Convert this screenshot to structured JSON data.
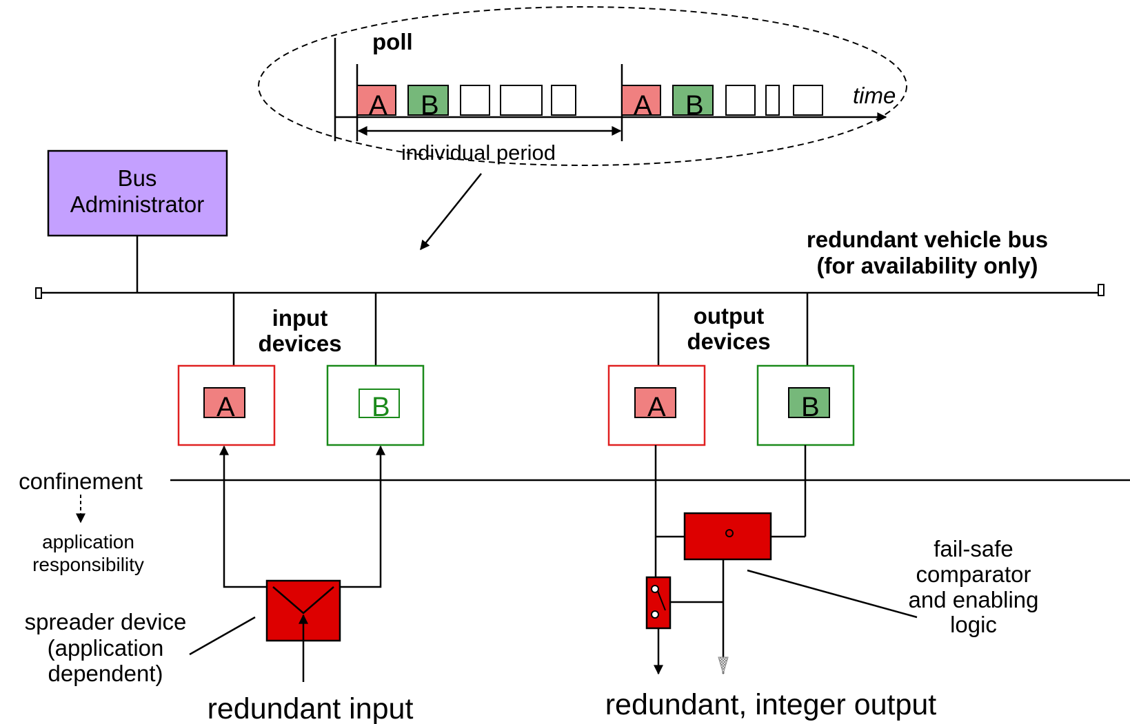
{
  "poll": {
    "label": "poll",
    "time_label": "time",
    "period_label": "individual period",
    "slot_a": "A",
    "slot_b": "B"
  },
  "bus_admin": {
    "line1": "Bus",
    "line2": "Administrator",
    "color": "#c4a0ff"
  },
  "bus": {
    "label_line1": "redundant vehicle bus",
    "label_line2": "(for availability only)"
  },
  "input_devices": {
    "label_line1": "input",
    "label_line2": "devices",
    "a": "A",
    "b": "B"
  },
  "output_devices": {
    "label_line1": "output",
    "label_line2": "devices",
    "a": "A",
    "b": "B"
  },
  "confinement": {
    "label": "confinement",
    "resp_line1": "application",
    "resp_line2": "responsibility"
  },
  "spreader": {
    "line1": "spreader device",
    "line2": "(application",
    "line3": "dependent)"
  },
  "comparator": {
    "line1": "fail-safe",
    "line2": "comparator",
    "line3": "and enabling",
    "line4": "logic"
  },
  "captions": {
    "input": "redundant input",
    "output": "redundant, integer output"
  },
  "colors": {
    "red_slot": "#f08080",
    "green_slot": "#76b87a",
    "logic_red": "#dd0000",
    "frame_red": "#e02020",
    "frame_green": "#1a8a1a"
  }
}
